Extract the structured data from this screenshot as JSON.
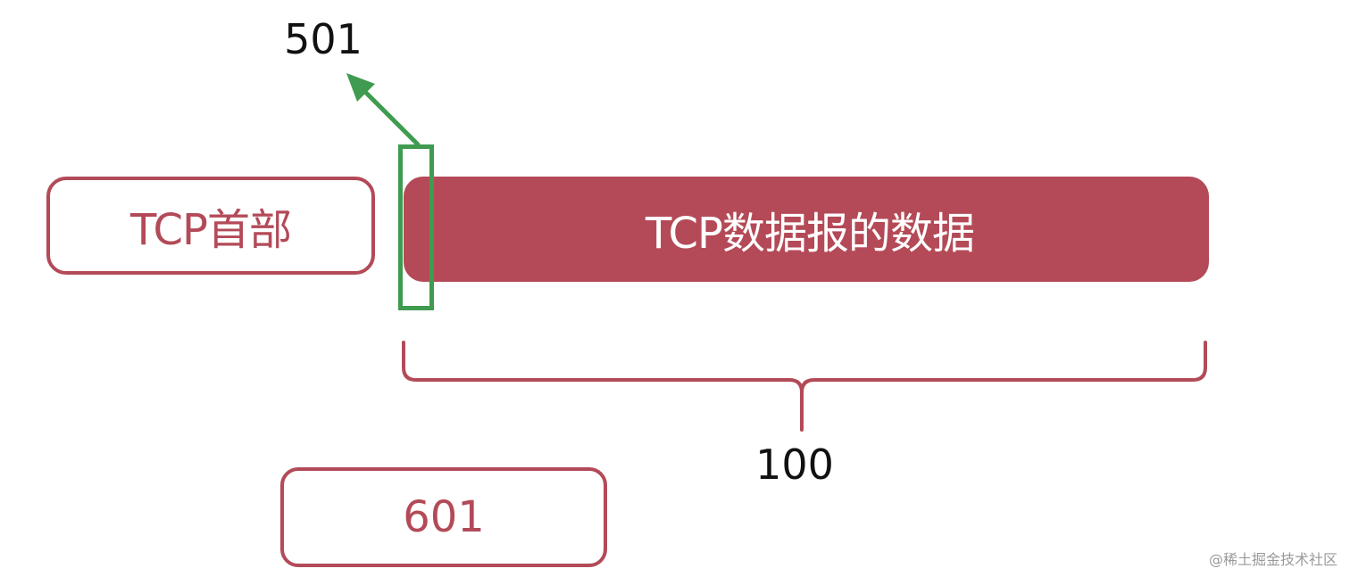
{
  "labels": {
    "sequence_number": "501",
    "header": "TCP首部",
    "data": "TCP数据报的数据",
    "data_length": "100",
    "acknowledgment": "601"
  },
  "watermark": "@稀土掘金技术社区",
  "colors": {
    "primary": "#b44a57",
    "marker": "#3f9b4f",
    "text": "#111111"
  }
}
